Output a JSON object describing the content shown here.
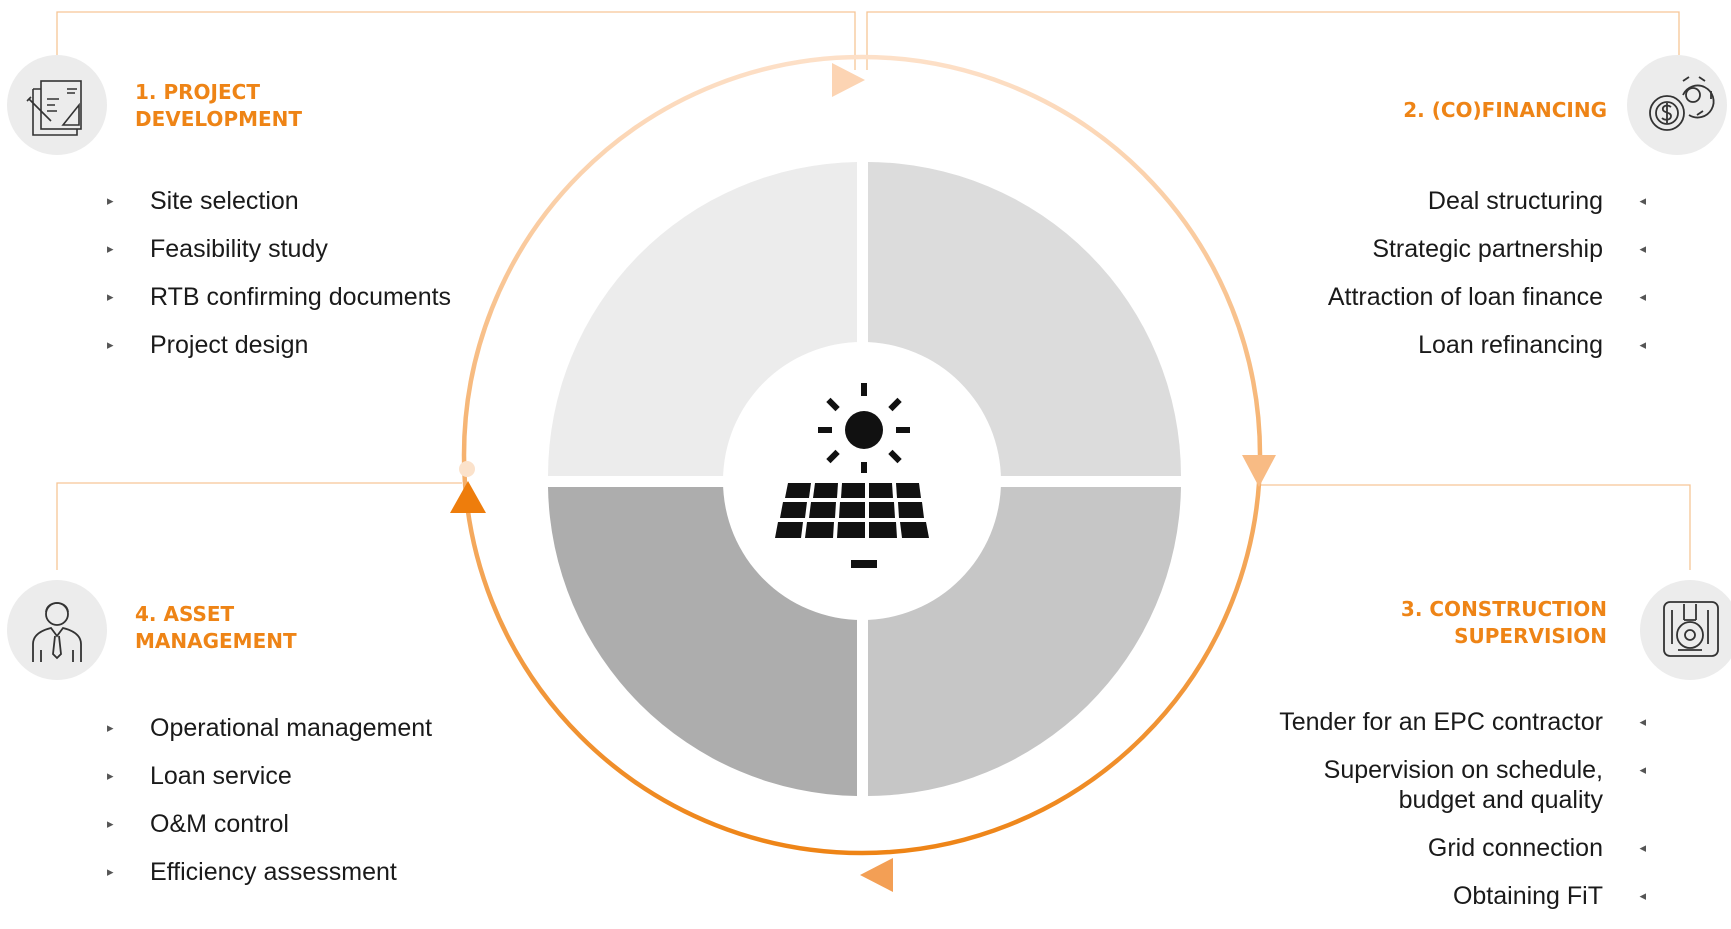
{
  "stages": [
    {
      "id": "project-development",
      "title": "1. PROJECT\nDEVELOPMENT",
      "icon": "blueprint-icon",
      "items": [
        "Site selection",
        "Feasibility study",
        "RTB confirming documents",
        "Project design"
      ]
    },
    {
      "id": "cofinancing",
      "title": "2. (CO)FINANCING",
      "icon": "dollar-gear-icon",
      "items": [
        "Deal structuring",
        "Strategic partnership",
        "Attraction of loan finance",
        "Loan refinancing"
      ]
    },
    {
      "id": "construction-supervision",
      "title": "3. CONSTRUCTION\nSUPERVISION",
      "icon": "wrench-gear-icon",
      "items": [
        "Tender for an EPC contractor",
        "Supervision on schedule, budget and quality",
        "Grid connection",
        "Obtaining FiT"
      ]
    },
    {
      "id": "asset-management",
      "title": "4. ASSET\nMANAGEMENT",
      "icon": "manager-icon",
      "items": [
        "Operational management",
        "Loan service",
        "O&M control",
        "Efficiency assessment"
      ]
    }
  ],
  "center_icon": "solar-panel-icon",
  "colors": {
    "accent": "#ee8416",
    "accent_light": "#fddfc6",
    "quadrant_top_left": "#ececec",
    "quadrant_top_right": "#dcdcdc",
    "quadrant_bottom_right": "#c6c6c6",
    "quadrant_bottom_left": "#adadad",
    "icon_background": "#ececec"
  }
}
